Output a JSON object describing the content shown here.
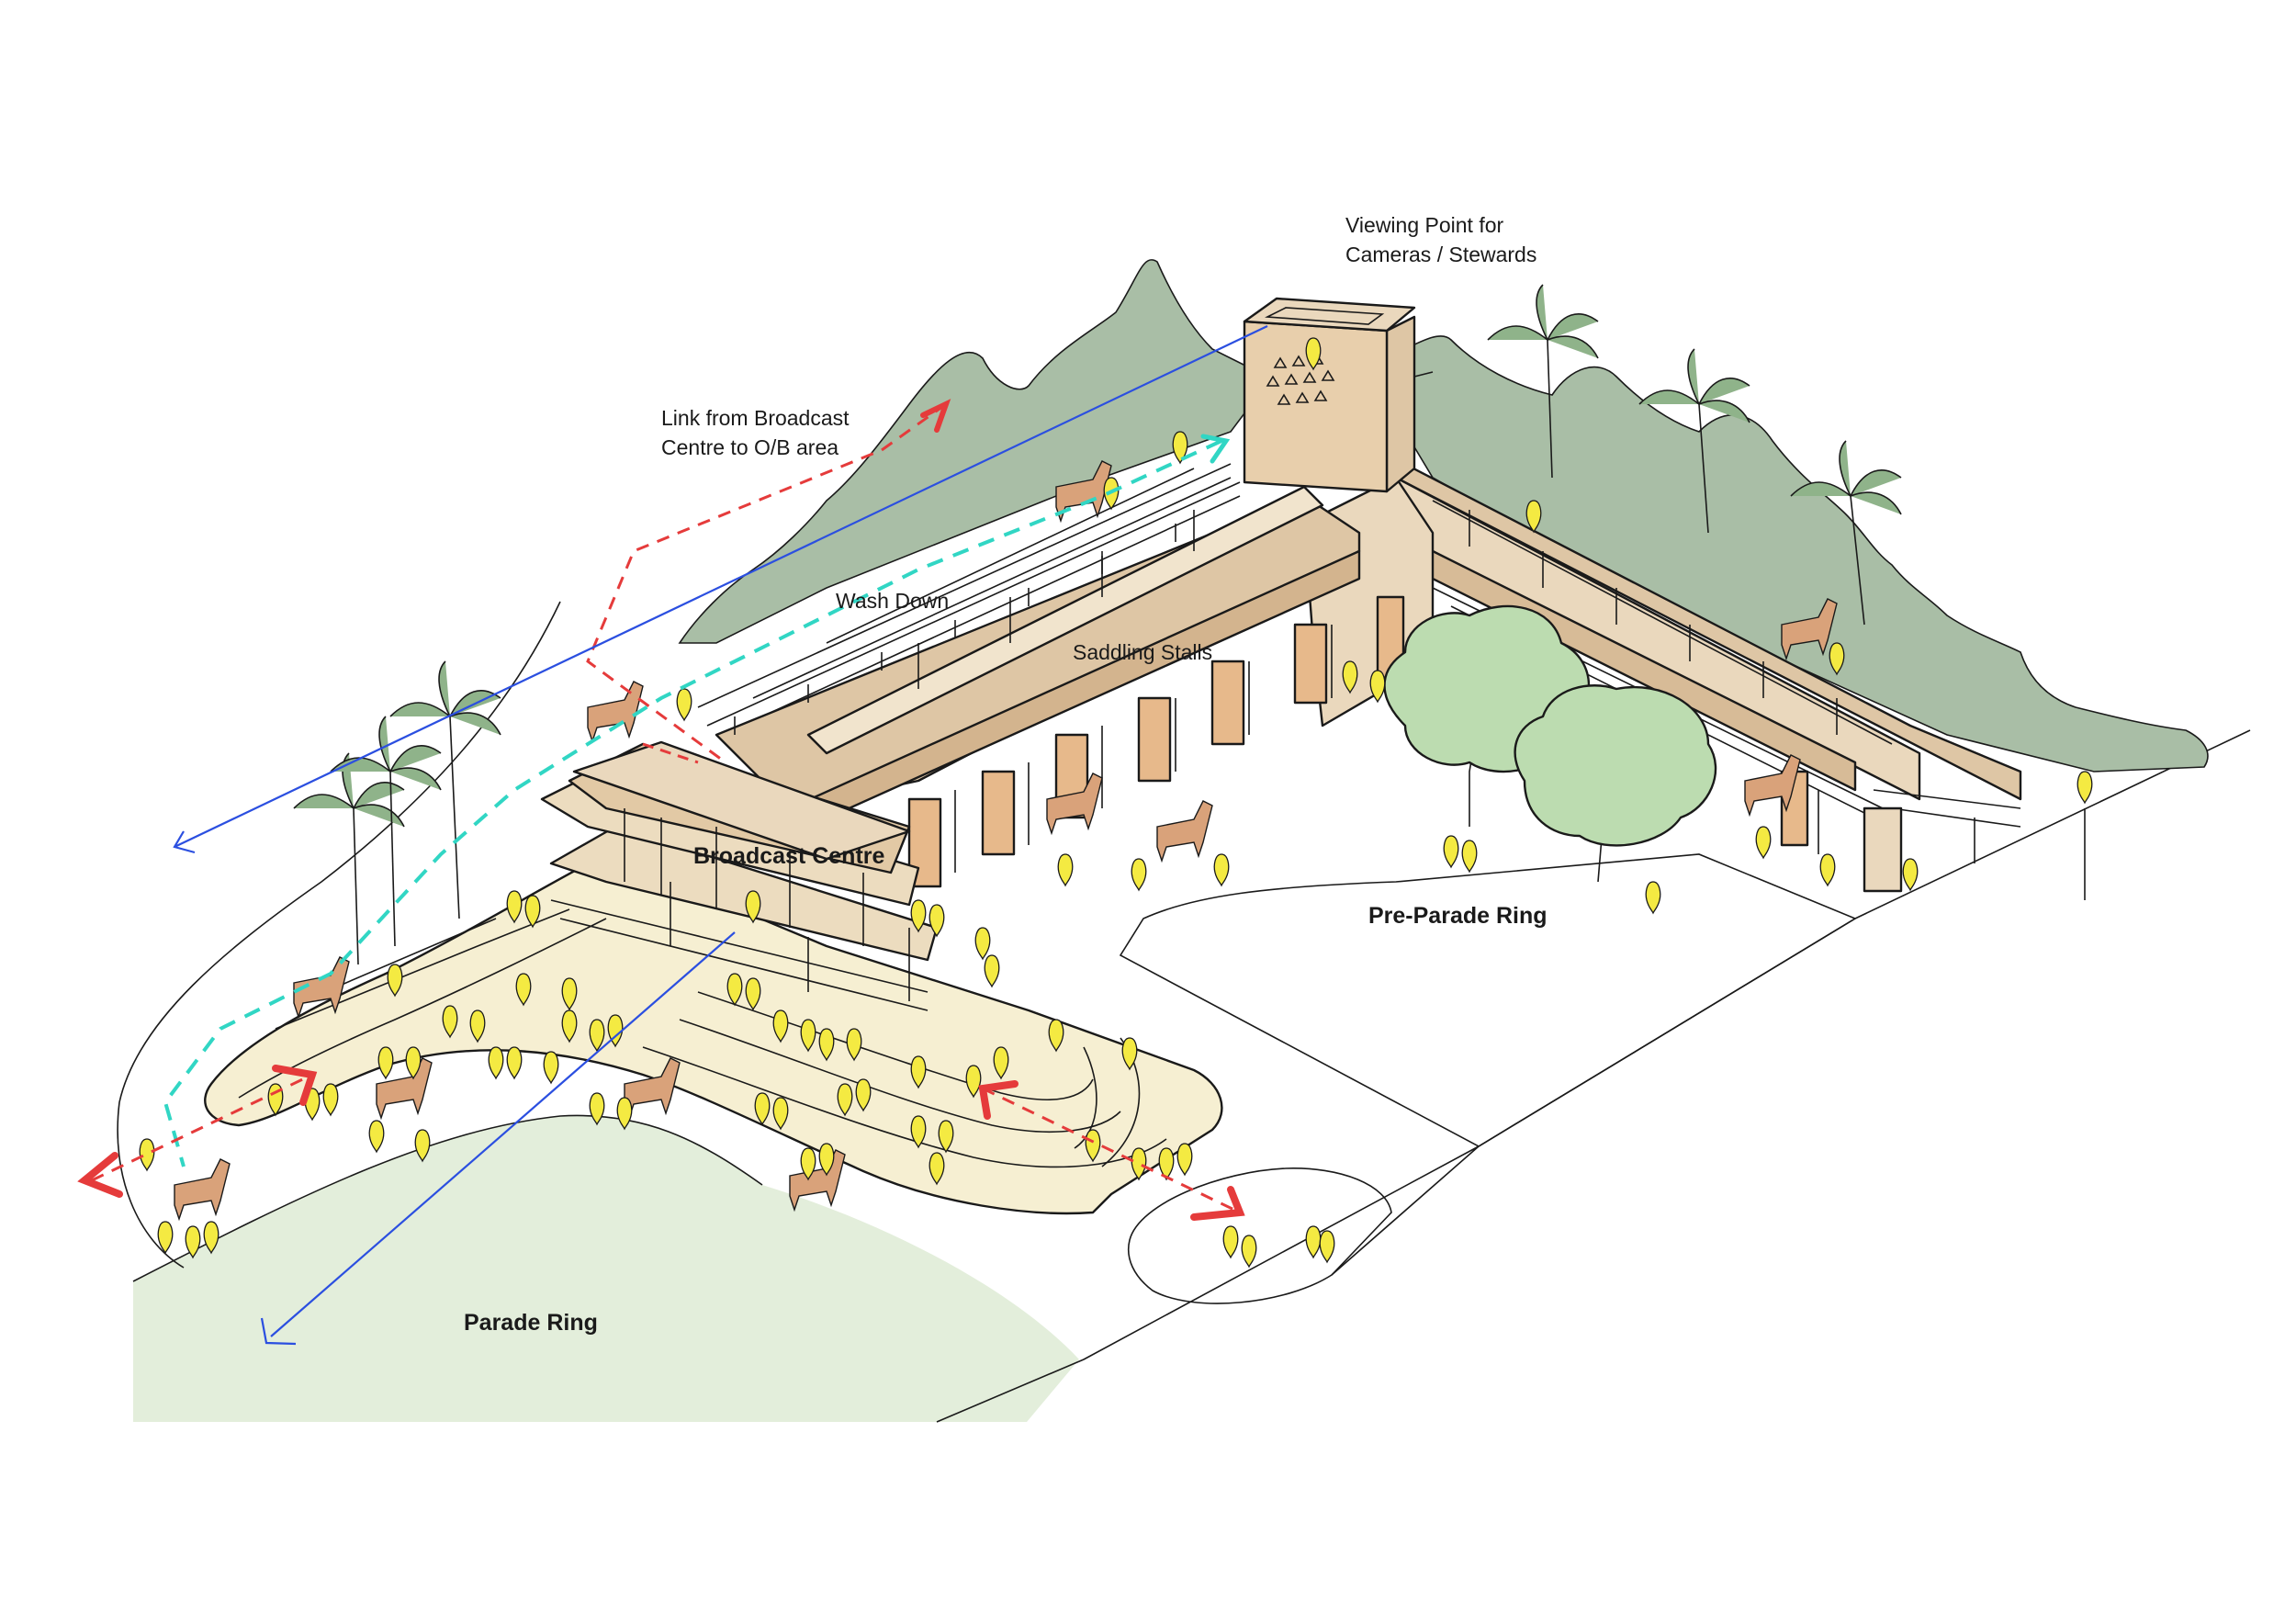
{
  "labels": {
    "viewing_point": [
      "Viewing Point for",
      "Cameras / Stewards"
    ],
    "link": [
      "Link from Broadcast",
      "Centre to O/B area"
    ],
    "wash_down": "Wash Down",
    "saddling_stalls": "Saddling Stalls",
    "broadcast_centre": "Broadcast Centre",
    "pre_parade_ring": "Pre-Parade Ring",
    "parade_ring": "Parade Ring"
  },
  "colors": {
    "lawn": "#e3eedb",
    "pre_parade_lawn": "#deead6",
    "hills": "#a9bea6",
    "building": "#ead8bd",
    "roof": "#dec6a5",
    "stall_panel": "#e7b98b",
    "terrace": "#f6efd2",
    "tree": "#bcdcb0",
    "palm": "#8fb38a",
    "person": "#f4ea42",
    "horse": "#d9a27a",
    "red_route": "#e53b3b",
    "cyan_route": "#31d6c4",
    "blue_sightline": "#2b4fe0"
  }
}
